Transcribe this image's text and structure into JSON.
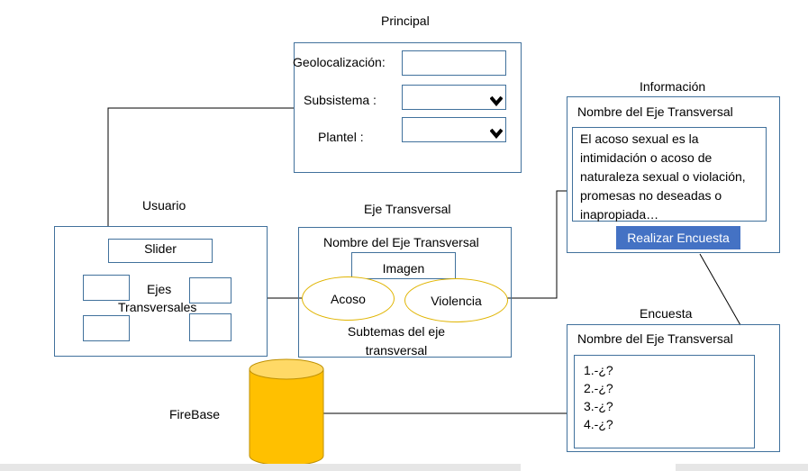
{
  "principal": {
    "title": "Principal",
    "geolocalizacion_label": "Geolocalización:",
    "subsistema_label": "Subsistema :",
    "plantel_label": "Plantel :"
  },
  "informacion": {
    "title": "Información",
    "header": "Nombre del Eje Transversal",
    "body_lines": [
      "El acoso sexual es la",
      "intimidación o acoso de",
      "naturaleza sexual o violación,",
      "promesas no deseadas o",
      "inapropiada…"
    ],
    "button_label": "Realizar Encuesta"
  },
  "usuario": {
    "title": "Usuario",
    "slider_label": "Slider",
    "ejes_label_line1": "Ejes",
    "ejes_label_line2": "Transversales"
  },
  "eje_transversal": {
    "title": "Eje Transversal",
    "header": "Nombre del Eje Transversal",
    "image_label": "Imagen",
    "subtopics": [
      "Acoso",
      "Violencia"
    ],
    "footer_line1": "Subtemas del eje",
    "footer_line2": "transversal"
  },
  "encuesta": {
    "title": "Encuesta",
    "header": "Nombre del Eje Transversal",
    "questions": [
      "1.-¿?",
      "2.-¿?",
      "3.-¿?",
      "4.-¿?"
    ]
  },
  "firebase": {
    "label": "FireBase"
  },
  "colors": {
    "box_border": "#41719c",
    "button_fill": "#4472c4",
    "ellipse_border": "#e0b400",
    "database_fill": "#ffc000"
  }
}
